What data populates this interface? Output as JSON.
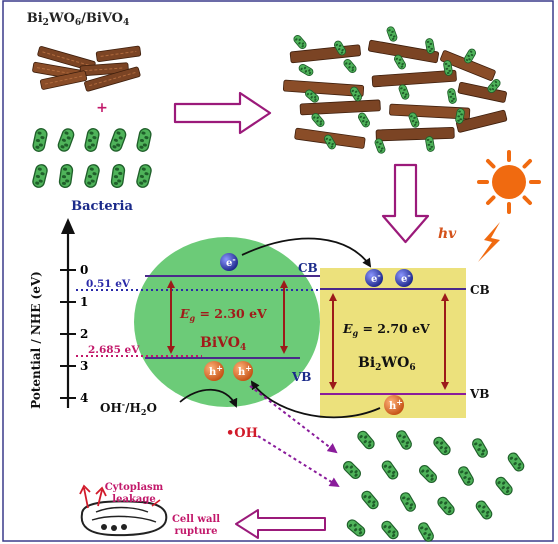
{
  "labels": {
    "composite_parts": [
      "Bi",
      "2",
      "WO",
      "6",
      "/BiVO",
      "4"
    ],
    "plus": "+",
    "bacteria": "Bacteria",
    "hv": "hv",
    "axis_title": "Potential / NHE (eV)",
    "ticks": [
      "0",
      "1",
      "2",
      "3",
      "4"
    ],
    "cb_level": "0.51 eV",
    "vb_level": "2.685 eV",
    "cb_left": "CB",
    "cb_right": "CB",
    "vb_left": "VB",
    "vb_right": "VB",
    "eg_bivo4": "E",
    "eg_sub": "g",
    "eg_bivo4_value": " = 2.30 eV",
    "eg_bi2wo6_value": " = 2.70 eV",
    "bivo4_parts": [
      "BiVO",
      "4"
    ],
    "bi2wo6_parts": [
      "Bi",
      "2",
      "WO",
      "6"
    ],
    "electron": "e",
    "electron_sup": "-",
    "hole": "h",
    "hole_sup": "+",
    "oh_minus": "OH",
    "oh_minus_rest": "/H",
    "oh_sub": "2",
    "oh_o": "O",
    "oh_radical": "•OH",
    "cytoplasm": [
      "Cytoplasm",
      "leakage"
    ],
    "cell_wall": [
      "Cell wall",
      "rupture"
    ]
  },
  "colors": {
    "bivo4_fill": "#6ccb78",
    "bi2wo6_fill": "#ece17c",
    "arrow_red": "#9c1a1a",
    "arrow_purple": "#8a1c9b",
    "sun": "#f06a10",
    "electron": "#2d3aa6",
    "hole": "#e06a22",
    "border": "#3a3a8a"
  },
  "icons": {
    "sun": "sun-icon",
    "lightning": "lightning-icon",
    "bacterium": "bacterium-icon",
    "nanosheet": "nanosheet-icon"
  }
}
